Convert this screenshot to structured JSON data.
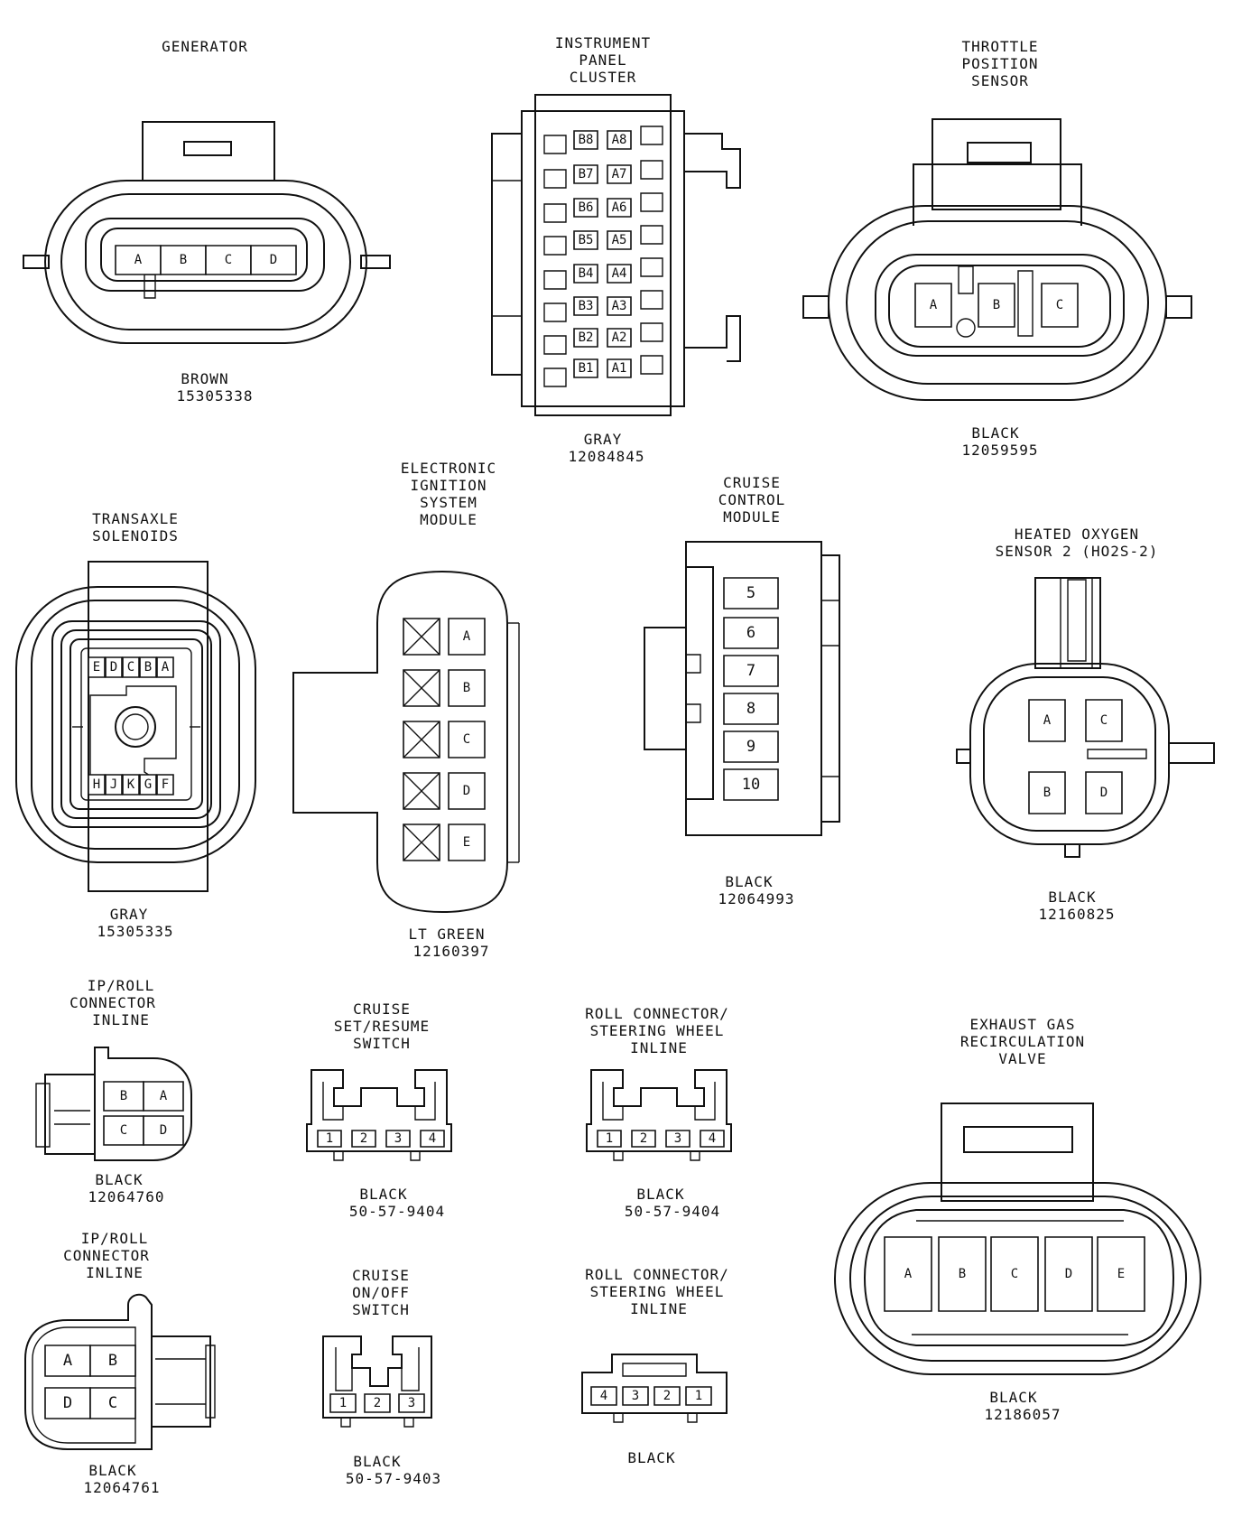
{
  "connectors": {
    "generator": {
      "title": [
        "GENERATOR"
      ],
      "color": "BROWN",
      "part": "15305338",
      "pins": [
        "A",
        "B",
        "C",
        "D"
      ]
    },
    "ipc": {
      "title": [
        "INSTRUMENT",
        "PANEL",
        "CLUSTER"
      ],
      "color": "GRAY",
      "part": "12084845",
      "pins_b": [
        "B8",
        "B7",
        "B6",
        "B5",
        "B4",
        "B3",
        "B2",
        "B1"
      ],
      "pins_a": [
        "A8",
        "A7",
        "A6",
        "A5",
        "A4",
        "A3",
        "A2",
        "A1"
      ]
    },
    "tps": {
      "title": [
        "THROTTLE",
        "POSITION",
        "SENSOR"
      ],
      "color": "BLACK",
      "part": "12059595",
      "pins": [
        "A",
        "B",
        "C"
      ]
    },
    "transaxle": {
      "title": [
        "TRANSAXLE",
        "SOLENOIDS"
      ],
      "color": "GRAY",
      "part": "15305335",
      "pins_top": [
        "E",
        "D",
        "C",
        "B",
        "A"
      ],
      "pins_bottom": [
        "H",
        "J",
        "K",
        "G",
        "F"
      ]
    },
    "eis": {
      "title": [
        "ELECTRONIC",
        "IGNITION",
        "SYSTEM",
        "MODULE"
      ],
      "color": "LT GREEN",
      "part": "12160397",
      "pins": [
        "A",
        "B",
        "C",
        "D",
        "E"
      ]
    },
    "ccm": {
      "title": [
        "CRUISE",
        "CONTROL",
        "MODULE"
      ],
      "color": "BLACK",
      "part": "12064993",
      "pins": [
        "5",
        "6",
        "7",
        "8",
        "9",
        "10"
      ]
    },
    "ho2s": {
      "title": [
        "HEATED OXYGEN",
        "SENSOR 2 (HO2S-2)"
      ],
      "color": "BLACK",
      "part": "12160825",
      "pins": [
        "A",
        "C",
        "B",
        "D"
      ]
    },
    "iproll1": {
      "title": [
        "IP/ROLL",
        "CONNECTOR",
        "INLINE"
      ],
      "color": "BLACK",
      "part": "12064760",
      "pins": [
        "B",
        "A",
        "C",
        "D"
      ]
    },
    "cruise_setres": {
      "title": [
        "CRUISE",
        "SET/RESUME",
        "SWITCH"
      ],
      "color": "BLACK",
      "part": "50-57-9404",
      "pins": [
        "1",
        "2",
        "3",
        "4"
      ]
    },
    "roll_sw1": {
      "title": [
        "ROLL CONNECTOR/",
        "STEERING WHEEL",
        "INLINE"
      ],
      "color": "BLACK",
      "part": "50-57-9404",
      "pins": [
        "1",
        "2",
        "3",
        "4"
      ]
    },
    "egr": {
      "title": [
        "EXHAUST GAS",
        "RECIRCULATION",
        "VALVE"
      ],
      "color": "BLACK",
      "part": "12186057",
      "pins": [
        "A",
        "B",
        "C",
        "D",
        "E"
      ]
    },
    "iproll2": {
      "title": [
        "IP/ROLL",
        "CONNECTOR",
        "INLINE"
      ],
      "color": "BLACK",
      "part": "12064761",
      "pins": [
        "A",
        "B",
        "D",
        "C"
      ]
    },
    "cruise_onoff": {
      "title": [
        "CRUISE",
        "ON/OFF",
        "SWITCH"
      ],
      "color": "BLACK",
      "part": "50-57-9403",
      "pins": [
        "1",
        "2",
        "3"
      ]
    },
    "roll_sw2": {
      "title": [
        "ROLL CONNECTOR/",
        "STEERING WHEEL",
        "INLINE"
      ],
      "color": "BLACK",
      "pins": [
        "4",
        "3",
        "2",
        "1"
      ]
    }
  }
}
